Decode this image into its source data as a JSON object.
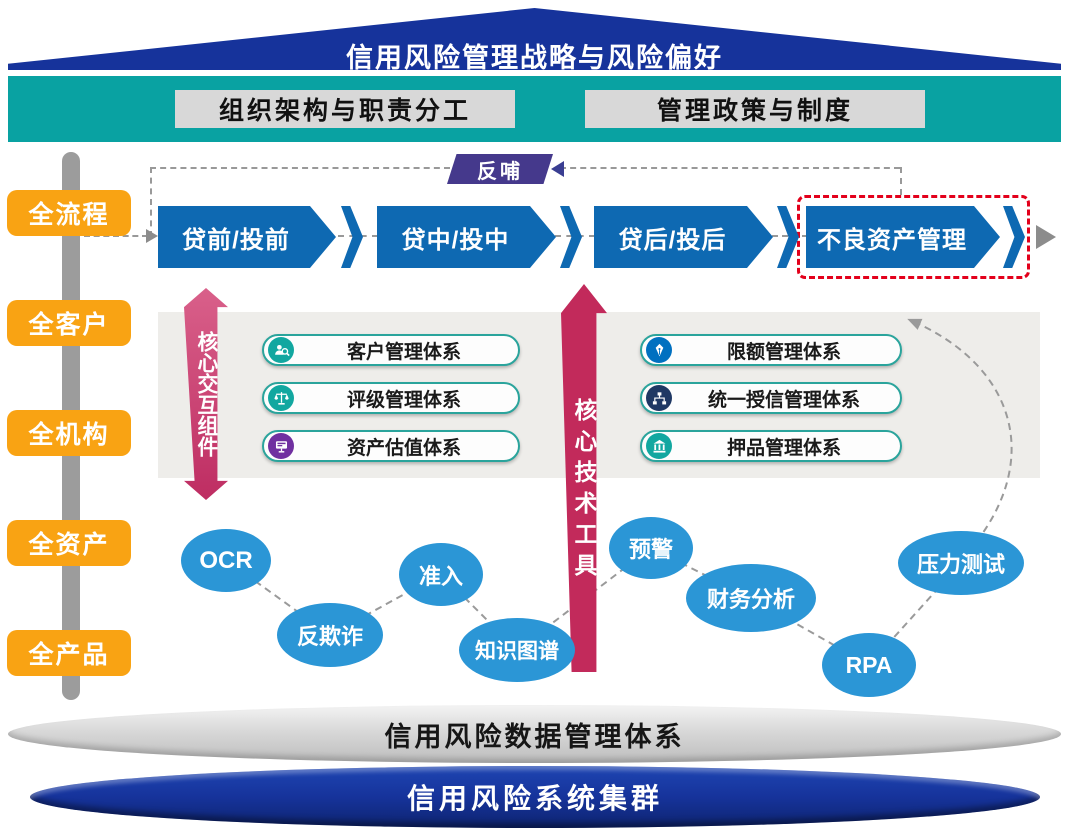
{
  "colors": {
    "navy": "#16339B",
    "teal_band": "#09A2A2",
    "process_blue": "#0E69B2",
    "bubble_blue": "#2B96D6",
    "magenta": "#C22A5B",
    "orange": "#F9A313",
    "purple_ribbon": "#45398C",
    "highlight_red_dash": "#E3001B",
    "pill_border_teal": "#2AA49C"
  },
  "roof": {
    "title": "信用风险管理战略与风险偏好"
  },
  "policy_band": {
    "left_box": "组织架构与职责分工",
    "right_box": "管理政策与制度"
  },
  "left_axis": {
    "items": [
      "全流程",
      "全客户",
      "全机构",
      "全资产",
      "全产品"
    ]
  },
  "feedback": {
    "label": "反哺"
  },
  "process": {
    "stages": [
      {
        "label": "贷前/投前"
      },
      {
        "label": "贷中/投中"
      },
      {
        "label": "贷后/投后"
      },
      {
        "label": "不良资产管理",
        "highlighted": true
      }
    ]
  },
  "core_interaction": {
    "label": "核心交互组件"
  },
  "core_tools": {
    "label": "核心技术工具"
  },
  "systems": {
    "left": [
      {
        "label": "客户管理体系",
        "icon": "customer-search-icon"
      },
      {
        "label": "评级管理体系",
        "icon": "scales-icon"
      },
      {
        "label": "资产估值体系",
        "icon": "valuation-screen-icon"
      }
    ],
    "right": [
      {
        "label": "限额管理体系",
        "icon": "pen-nib-icon"
      },
      {
        "label": "统一授信管理体系",
        "icon": "org-chart-icon"
      },
      {
        "label": "押品管理体系",
        "icon": "bank-icon"
      }
    ]
  },
  "tech_bubbles": [
    "OCR",
    "反欺诈",
    "准入",
    "知识图谱",
    "预警",
    "财务分析",
    "RPA",
    "压力测试"
  ],
  "data_layer": {
    "label": "信用风险数据管理体系"
  },
  "system_layer": {
    "label": "信用风险系统集群"
  }
}
